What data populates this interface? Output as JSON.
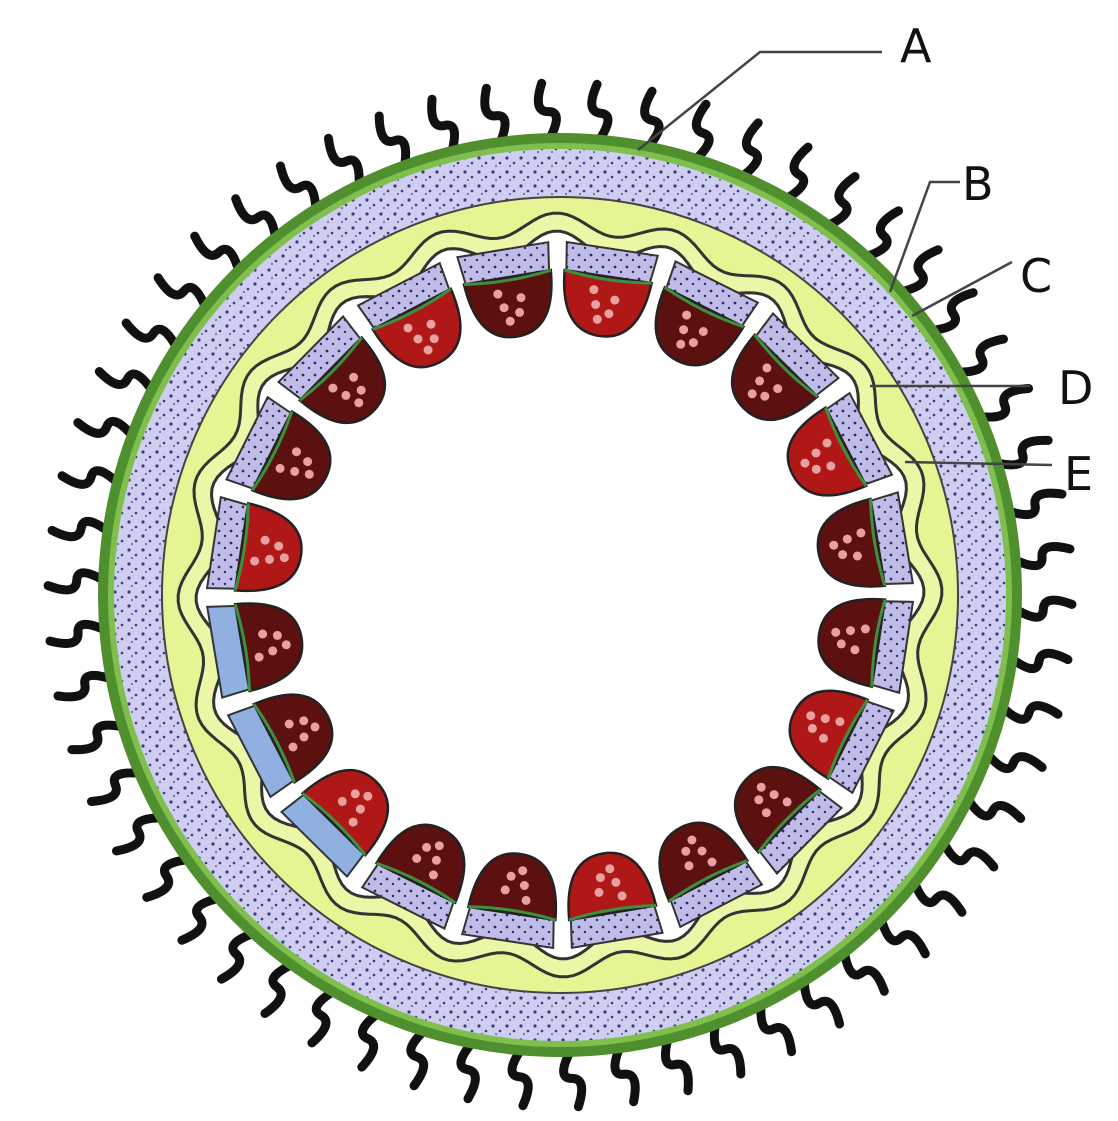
{
  "diagram": {
    "labels": [
      "A",
      "B",
      "C",
      "D",
      "E"
    ],
    "colors": {
      "epidermis": "#5f9e3a",
      "cortex": "#c9c6ee",
      "cortex_dots": "#3b3a7a",
      "endodermis_band": "#e8f59a",
      "vascular_red": "#b01818",
      "vascular_dark": "#5c1010",
      "phloem_blue": "#8fb0e0",
      "hair": "#111111",
      "lumen": "#ffffff"
    }
  }
}
